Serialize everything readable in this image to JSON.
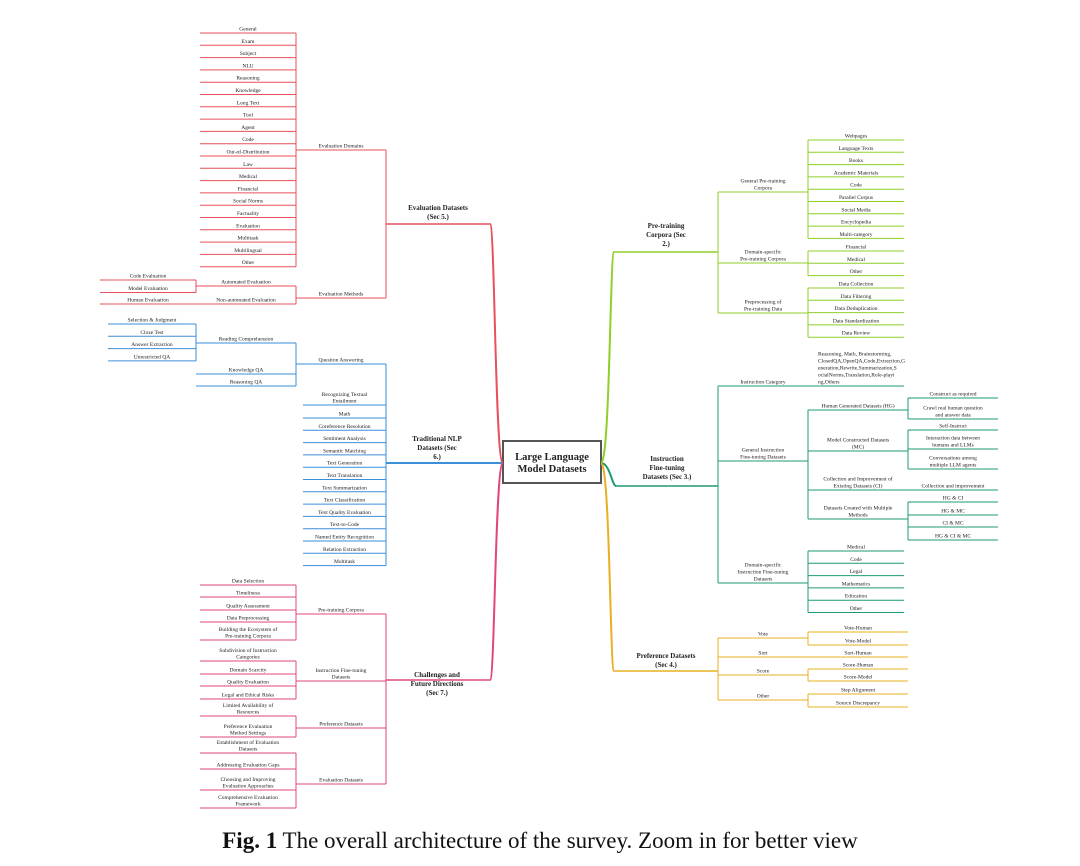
{
  "colors": {
    "eval": "#e8515b",
    "nlp": "#3a8fd9",
    "challenges": "#e0487a",
    "pretrain": "#8fcf28",
    "instruction": "#1e9c6e",
    "preference": "#e8b020",
    "center_border": "#555555"
  },
  "root": {
    "label": "Large Language Model Datasets"
  },
  "branches": [
    {
      "key": "eval",
      "label": "Evaluation Datasets (Sec 5.)",
      "children": [
        {
          "label": "Evaluation Domains",
          "items": [
            "General",
            "Exam",
            "Subject",
            "NLU",
            "Reasoning",
            "Knowledge",
            "Long Text",
            "Tool",
            "Agent",
            "Code",
            "Out-of-Distribution",
            "Law",
            "Medical",
            "Financial",
            "Social Norms",
            "Factuality",
            "Evaluation",
            "Multitask",
            "Multilingual",
            "Other"
          ]
        },
        {
          "label": "Evaluation Methods",
          "subs": [
            {
              "label": "Automated Evaluation",
              "items": [
                "Code Evaluation",
                "Model Evaluation"
              ]
            },
            {
              "label": "Non-automated Evaluation",
              "items": [
                "Human Evaluation"
              ]
            }
          ]
        }
      ]
    },
    {
      "key": "nlp",
      "label": "Traditional NLP Datasets (Sec 6.)",
      "children": [
        {
          "label": "Question Answering",
          "subs": [
            {
              "label": "Reading Comprehension",
              "items": [
                "Selection & Judgment",
                "Cloze Test",
                "Answer Extraction",
                "Unrestricted QA"
              ]
            },
            {
              "label": "Knowledge QA",
              "items": []
            },
            {
              "label": "Reasoning QA",
              "items": []
            }
          ]
        },
        {
          "label": "Recognizing Textual Entailment"
        },
        {
          "label": "Math"
        },
        {
          "label": "Coreference Resolution"
        },
        {
          "label": "Sentiment Analysis"
        },
        {
          "label": "Semantic Matching"
        },
        {
          "label": "Text Generation"
        },
        {
          "label": "Text Translation"
        },
        {
          "label": "Text Summarization"
        },
        {
          "label": "Text Classification"
        },
        {
          "label": "Text Quality Evaluation"
        },
        {
          "label": "Text-to-Code"
        },
        {
          "label": "Named Entity Recognition"
        },
        {
          "label": "Relation Extraction"
        },
        {
          "label": "Multitask"
        }
      ]
    },
    {
      "key": "challenges",
      "label": "Challenges and Future Directions (Sec 7.)",
      "children": [
        {
          "label": "Pre-training Corpora",
          "items": [
            "Data Selection",
            "Timeliness",
            "Quality Assessment",
            "Data Preprocessing",
            "Building the Ecosystem of Pre-training Corpora"
          ]
        },
        {
          "label": "Instruction Fine-tuning Datasets",
          "items": [
            "Subdivision of Instruction Categories",
            "Domain Scarcity",
            "Quality Evaluation",
            "Legal and Ethical Risks"
          ]
        },
        {
          "label": "Preference Datasets",
          "items": [
            "Limited Availability of Resources",
            "Preference Evaluation Method Settings"
          ]
        },
        {
          "label": "Evaluation Datasets",
          "items": [
            "Establishment of Evaluation Datasets",
            "Addressing Evaluation Gaps",
            "Choosing and Improving Evaluation Approaches",
            "Comprehensive Evaluation Framework"
          ]
        }
      ]
    },
    {
      "key": "pretrain",
      "label": "Pre-training Corpora (Sec 2.)",
      "children": [
        {
          "label": "General Pre-training Corpora",
          "items": [
            "Webpages",
            "Language Texts",
            "Books",
            "Academic Materials",
            "Code",
            "Parallel Corpus",
            "Social Media",
            "Encyclopedia",
            "Multi-category"
          ]
        },
        {
          "label": "Domain-specific Pre-training Corpora",
          "items": [
            "Financial",
            "Medical",
            "Other"
          ]
        },
        {
          "label": "Preprocessing of Pre-training Data",
          "items": [
            "Data Collection",
            "Data Filtering",
            "Data Deduplication",
            "Data Standardization",
            "Data Review"
          ]
        }
      ]
    },
    {
      "key": "instruction",
      "label": "Instruction Fine-tuning Datasets (Sec 3.)",
      "children": [
        {
          "label": "Instruction Category",
          "note": "Reasoning, Math, Brainstorming, ClosedQA,OpenQA,Code,Extraction,Generation,Rewrite,Summarization,SocialNorms,Translation,Role-playing,Others"
        },
        {
          "label": "General Instruction Fine-tuning Datasets",
          "subs": [
            {
              "label": "Human Generated Datasets (HG)",
              "items": [
                "Construct as required",
                "Crawl real human question and answer data"
              ]
            },
            {
              "label": "Model Constructed Datasets (MC)",
              "items": [
                "Self-Instruct",
                "Interaction data between humans and LLMs",
                "Conversations among multiple LLM agents"
              ]
            },
            {
              "label": "Collection and Improvement of Existing Datasets (CI)",
              "items": [
                "Collection and improvement"
              ]
            },
            {
              "label": "Datasets Created with Multiple Methods",
              "items": [
                "HG & CI",
                "HG & MC",
                "CI & MC",
                "HG & CI & MC"
              ]
            }
          ]
        },
        {
          "label": "Domain-specific Instruction Fine-tuning Datasets",
          "items": [
            "Medical",
            "Code",
            "Legal",
            "Mathematics",
            "Education",
            "Other"
          ]
        }
      ]
    },
    {
      "key": "preference",
      "label": "Preference Datasets (Sec 4.)",
      "children": [
        {
          "label": "Vote",
          "items": [
            "Vote-Human",
            "Vote-Model"
          ]
        },
        {
          "label": "Sort",
          "items": [
            "Sort-Human"
          ]
        },
        {
          "label": "Score",
          "items": [
            "Score-Human",
            "Score-Model"
          ]
        },
        {
          "label": "Other",
          "items": [
            "Step Alignment",
            "Source Discrepancy"
          ]
        }
      ]
    }
  ],
  "caption": {
    "prefix": "Fig. 1",
    "text": "The overall architecture of the survey. Zoom in for better view"
  }
}
